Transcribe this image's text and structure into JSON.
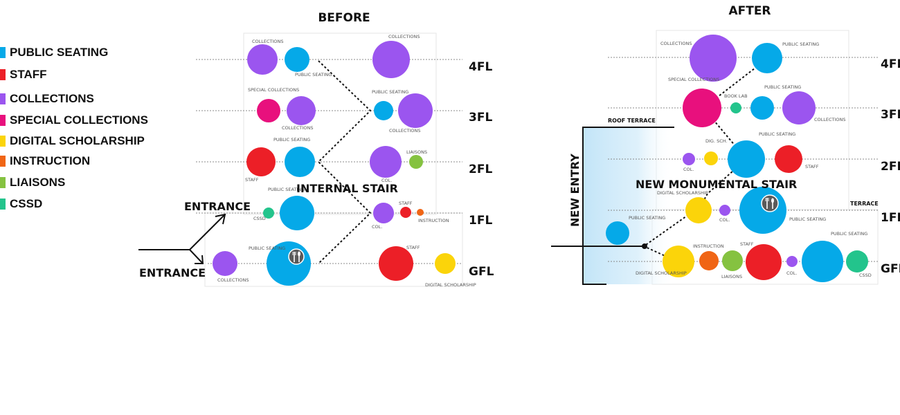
{
  "colors": {
    "public_seating": "#05a9e8",
    "staff": "#ec1f27",
    "collections": "#9b55ef",
    "special_collections": "#e8107d",
    "digital_scholarship": "#fbd40a",
    "instruction": "#f06515",
    "liaisons": "#85c240",
    "cssd": "#23c48c"
  },
  "legend": [
    {
      "label": "PUBLIC SEATING",
      "color_key": "public_seating"
    },
    {
      "label": "STAFF",
      "color_key": "staff"
    },
    {
      "label": "COLLECTIONS",
      "color_key": "collections"
    },
    {
      "label": "SPECIAL COLLECTIONS",
      "color_key": "special_collections"
    },
    {
      "label": "DIGITAL SCHOLARSHIP",
      "color_key": "digital_scholarship"
    },
    {
      "label": "INSTRUCTION",
      "color_key": "instruction"
    },
    {
      "label": "LIAISONS",
      "color_key": "liaisons"
    },
    {
      "label": "CSSD",
      "color_key": "cssd"
    }
  ],
  "before": {
    "title": "BEFORE",
    "floors": [
      "4FL",
      "3FL",
      "2FL",
      "1FL",
      "GFL"
    ],
    "stair_label": "INTERNAL STAIR",
    "entrance_labels": [
      "ENTRANCE",
      "ENTRANCE"
    ],
    "bubble_labels": [
      "COLLECTIONS",
      "PUBLIC SEATING",
      "COLLECTIONS",
      "SPECIAL COLLECTIONS",
      "COLLECTIONS",
      "PUBLIC SEATING",
      "COLLECTIONS",
      "STAFF",
      "PUBLIC SEATING",
      "COL.",
      "LIAISONS",
      "CSSD",
      "PUBLIC SEATING",
      "COL.",
      "STAFF",
      "INSTRUCTION",
      "COLLECTIONS",
      "PUBLIC SEATING",
      "STAFF",
      "DIGITAL SCHOLARSHIP"
    ]
  },
  "after": {
    "title": "AFTER",
    "floors": [
      "4FL",
      "3FL",
      "2FL",
      "1FL",
      "GFL"
    ],
    "stair_label": "NEW MONUMENTAL STAIR",
    "entry_label": "NEW ENTRY",
    "roof_terrace_label": "ROOF TERRACE",
    "terrace_label": "TERRACE",
    "bubble_labels": [
      "COLLECTIONS",
      "PUBLIC SEATING",
      "SPECIAL COLLECTIONS",
      "BOOK LAB",
      "PUBLIC SEATING",
      "COLLECTIONS",
      "COL.",
      "DIG. SCH.",
      "PUBLIC SEATING",
      "STAFF",
      "DIGITAL SCHOLARSHIP",
      "COL.",
      "PUBLIC SEATING",
      "PUBLIC SEATING",
      "DIGITAL SCHOLARSHIP",
      "INSTRUCTION",
      "LIAISONS",
      "STAFF",
      "COL.",
      "PUBLIC SEATING",
      "CSSD"
    ]
  },
  "icons": [
    "dining-icon",
    "dining-icon"
  ]
}
